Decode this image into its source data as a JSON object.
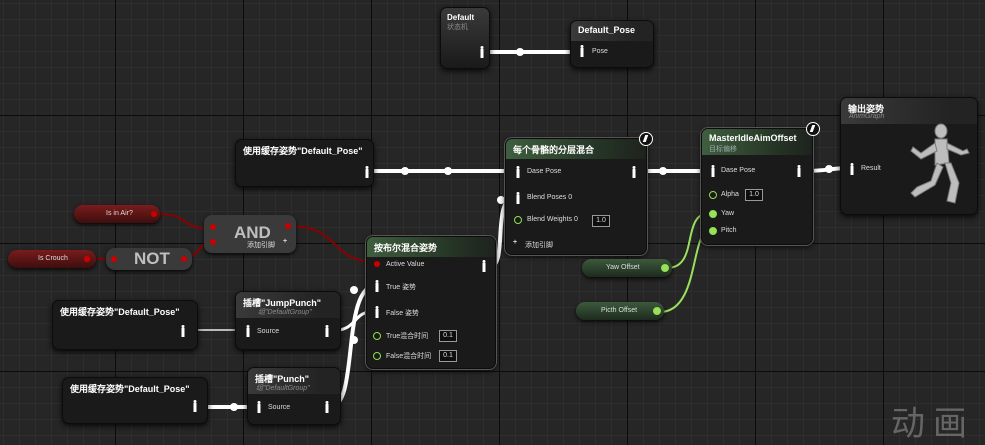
{
  "nodes": {
    "state_machine": {
      "title": "Default",
      "subtitle": "状态机"
    },
    "default_pose_output": {
      "title": "Default_Pose",
      "pin_pose": "Pose"
    },
    "cached_pose_top": {
      "title": "使用缓存姿势\"Default_Pose\""
    },
    "layered_blend": {
      "title": "每个骨骼的分层混合",
      "pin_base_pose": "Dase Pose",
      "pin_blend_poses": "Blend Poses 0",
      "pin_blend_weights": "Blend Weights 0",
      "blend_weight_value": "1.0",
      "add_pin": "添加引脚"
    },
    "aim_offset": {
      "title": "MasterIdleAimOffset",
      "subtitle": "目标偏移",
      "pin_base_pose": "Dase Pose",
      "pin_alpha": "Alpha",
      "alpha_value": "1.0",
      "pin_yaw": "Yaw",
      "pin_pitch": "Pitch"
    },
    "output_pose": {
      "title": "输出姿势",
      "subtitle": "AnimGraph",
      "pin_result": "Result"
    },
    "is_in_air": {
      "label": "Is in Air?"
    },
    "is_crouch": {
      "label": "Is Crouch"
    },
    "and_node": {
      "label": "AND",
      "add_pin": "添加引脚"
    },
    "not_node": {
      "label": "NOT"
    },
    "blend_by_bool": {
      "title": "按布尔混合姿势",
      "pin_active": "Active Value",
      "pin_true": "True 姿势",
      "pin_false": "False 姿势",
      "pin_true_time": "True混合时间",
      "true_time_value": "0.1",
      "pin_false_time": "False混合时间",
      "false_time_value": "0.1"
    },
    "yaw_offset": {
      "label": "Yaw Offset"
    },
    "pitch_offset": {
      "label": "Picth Offset"
    },
    "cached_pose_mid": {
      "title": "使用缓存姿势\"Default_Pose\""
    },
    "slot_jump": {
      "title": "插槽\"JumpPunch\"",
      "subtitle": "组\"DefaultGroup\"",
      "pin_source": "Source"
    },
    "cached_pose_bottom": {
      "title": "使用缓存姿势\"Default_Pose\""
    },
    "slot_punch": {
      "title": "插槽\"Punch\"",
      "subtitle": "组\"DefaultGroup\"",
      "pin_source": "Source"
    }
  },
  "watermark": "动画",
  "colors": {
    "exec_wire": "#ffffff",
    "bool_wire": "#8b0000",
    "float_wire": "#9be05a",
    "header_green": "#3f5e3f"
  }
}
